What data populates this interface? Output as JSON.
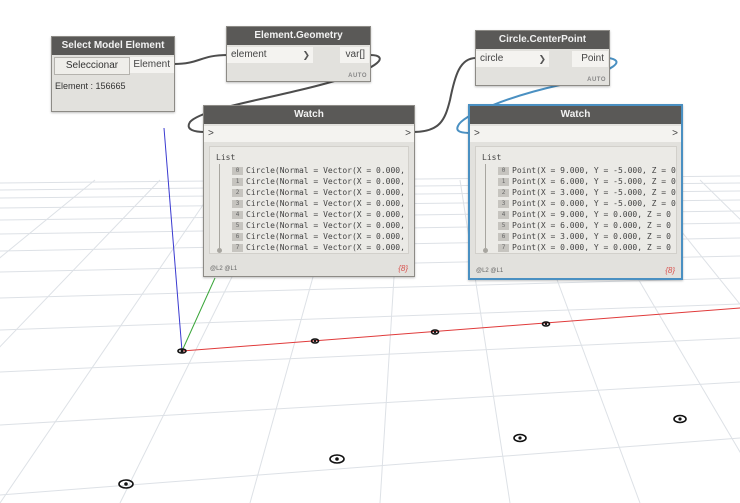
{
  "nodes": {
    "select_model_element": {
      "title": "Select Model Element",
      "button_label": "Seleccionar",
      "output_label": "Element",
      "value": "Element : 156665"
    },
    "element_geometry": {
      "title": "Element.Geometry",
      "input_label": "element",
      "output_label": "var[]",
      "auto_badge": "AUTO"
    },
    "circle_centerpoint": {
      "title": "Circle.CenterPoint",
      "input_label": "circle",
      "output_label": "Point",
      "auto_badge": "AUTO"
    },
    "watch_circles": {
      "title": "Watch",
      "in_port": ">",
      "out_port": ">",
      "list_title": "List",
      "items": [
        {
          "index": "0",
          "text": "Circle(Normal = Vector(X = 0.000,"
        },
        {
          "index": "1",
          "text": "Circle(Normal = Vector(X = 0.000,"
        },
        {
          "index": "2",
          "text": "Circle(Normal = Vector(X = 0.000,"
        },
        {
          "index": "3",
          "text": "Circle(Normal = Vector(X = 0.000,"
        },
        {
          "index": "4",
          "text": "Circle(Normal = Vector(X = 0.000,"
        },
        {
          "index": "5",
          "text": "Circle(Normal = Vector(X = 0.000,"
        },
        {
          "index": "6",
          "text": "Circle(Normal = Vector(X = 0.000,"
        },
        {
          "index": "7",
          "text": "Circle(Normal = Vector(X = 0.000,"
        }
      ],
      "levels": "@L2 @L1",
      "count": "{8}"
    },
    "watch_points": {
      "title": "Watch",
      "in_port": ">",
      "out_port": ">",
      "list_title": "List",
      "items": [
        {
          "index": "0",
          "text": "Point(X = 9.000, Y = -5.000, Z = 0"
        },
        {
          "index": "1",
          "text": "Point(X = 6.000, Y = -5.000, Z = 0"
        },
        {
          "index": "2",
          "text": "Point(X = 3.000, Y = -5.000, Z = 0"
        },
        {
          "index": "3",
          "text": "Point(X = 0.000, Y = -5.000, Z = 0"
        },
        {
          "index": "4",
          "text": "Point(X = 9.000, Y = 0.000, Z = 0"
        },
        {
          "index": "5",
          "text": "Point(X = 6.000, Y = 0.000, Z = 0"
        },
        {
          "index": "6",
          "text": "Point(X = 3.000, Y = 0.000, Z = 0"
        },
        {
          "index": "7",
          "text": "Point(X = 0.000, Y = 0.000, Z = 0"
        }
      ],
      "levels": "@L2 @L1",
      "count": "{8}"
    }
  },
  "colors": {
    "node_header": "#5a5957",
    "node_body": "#e2e1dd",
    "wire": "#4d4d4d",
    "selected_wire": "#4a90c2",
    "grid": "#d9dde2",
    "axis_x": "#e03a3a",
    "axis_y": "#3aa63a",
    "axis_z": "#3a3ad0"
  }
}
